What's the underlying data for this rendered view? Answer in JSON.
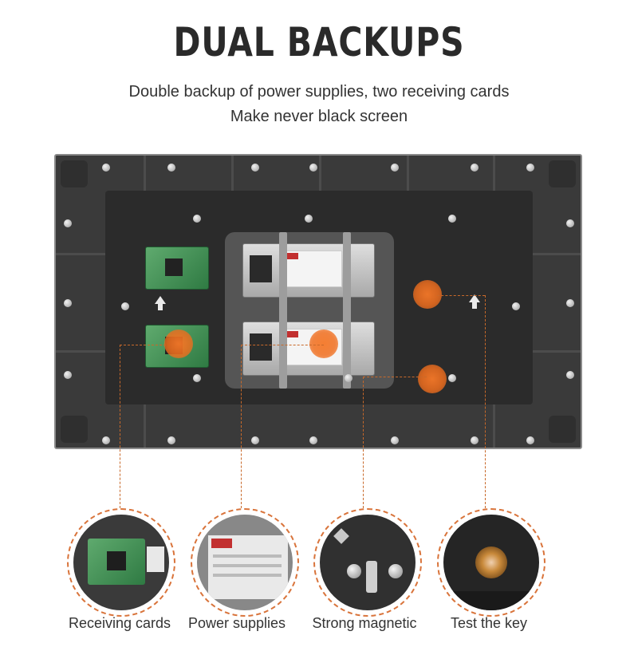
{
  "header": {
    "title": "DUAL BACKUPS",
    "subtitle_line1": "Double backup of power supplies, two receiving cards",
    "subtitle_line2": "Make never black screen"
  },
  "colors": {
    "accent": "#f07020",
    "callout": "#d9743b",
    "panel": "#3a3a3a"
  },
  "features": [
    {
      "label": "Receiving cards"
    },
    {
      "label": "Power supplies"
    },
    {
      "label": "Strong magnetic"
    },
    {
      "label": "Test the key"
    }
  ]
}
